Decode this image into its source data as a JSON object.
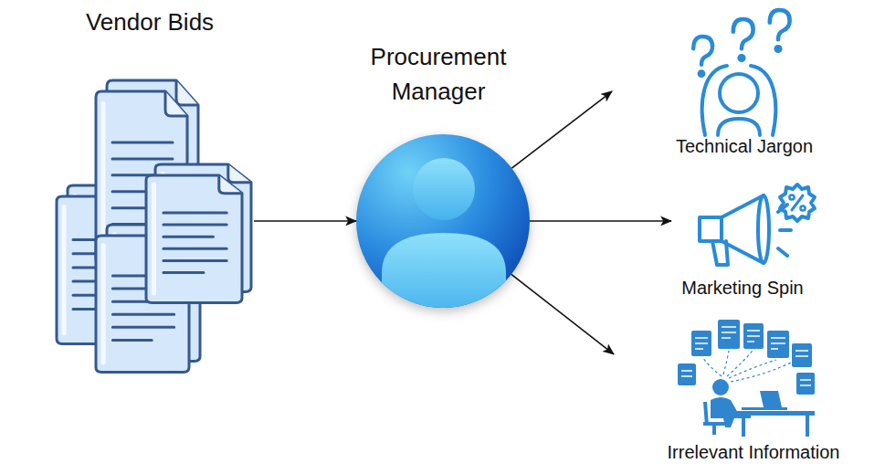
{
  "diagram": {
    "nodes": [
      {
        "text": [
          "Vendor Bids"
        ]
      },
      {
        "text": [
          "Procurement Manager"
        ]
      },
      {
        "text": [
          "Technical Jargon"
        ]
      },
      {
        "text": [
          "Marketing Spin"
        ]
      },
      {
        "text": [
          "Irrelevant Information"
        ]
      }
    ],
    "edges": [
      {
        "from": 0,
        "to": 1,
        "arrow": "to"
      },
      {
        "from": 1,
        "to": 2,
        "arrow": "to"
      },
      {
        "from": 1,
        "to": 3,
        "arrow": "to"
      },
      {
        "from": 1,
        "to": 4,
        "arrow": "to"
      }
    ]
  }
}
